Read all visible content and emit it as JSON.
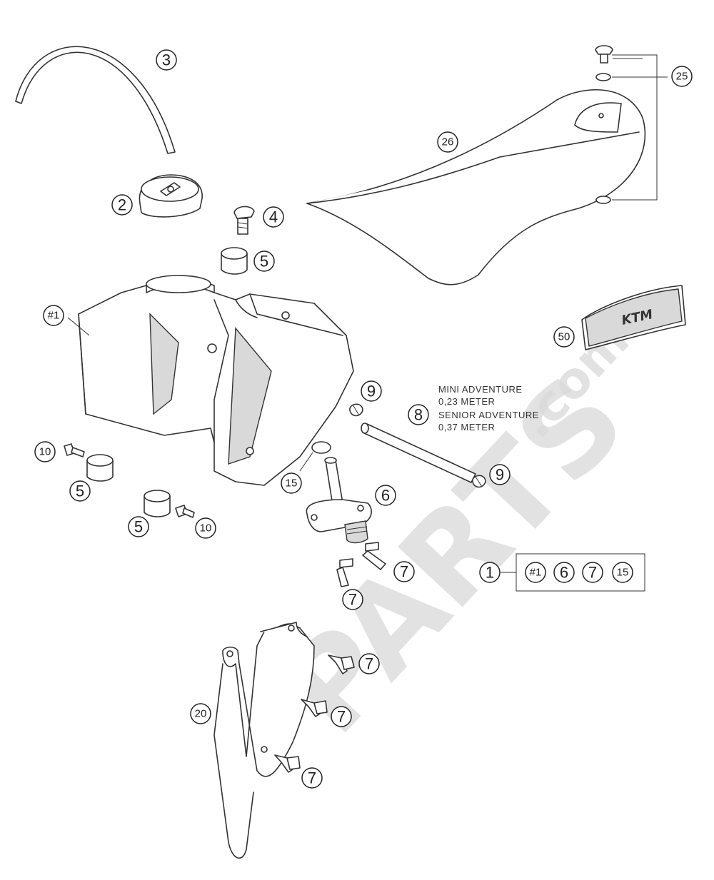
{
  "diagram": {
    "callouts": {
      "c1": "1",
      "c2": "2",
      "c3": "3",
      "c4": "4",
      "c5": "5",
      "c6": "6",
      "c7": "7",
      "c8": "8",
      "c9": "9",
      "c10": "10",
      "c15": "15",
      "c20": "20",
      "c25": "25",
      "c26": "26",
      "c50": "50",
      "tank": "#1"
    },
    "kit_contents": [
      "#1",
      "6",
      "7",
      "15"
    ],
    "hose_note": {
      "line1": "MINI ADVENTURE",
      "line2": "0,23 METER",
      "line3": "SENIOR ADVENTURE",
      "line4": "0,37 METER"
    },
    "decal_text": "KTM",
    "watermark": {
      "brand": "PARTS",
      "suffix": ".com"
    }
  }
}
